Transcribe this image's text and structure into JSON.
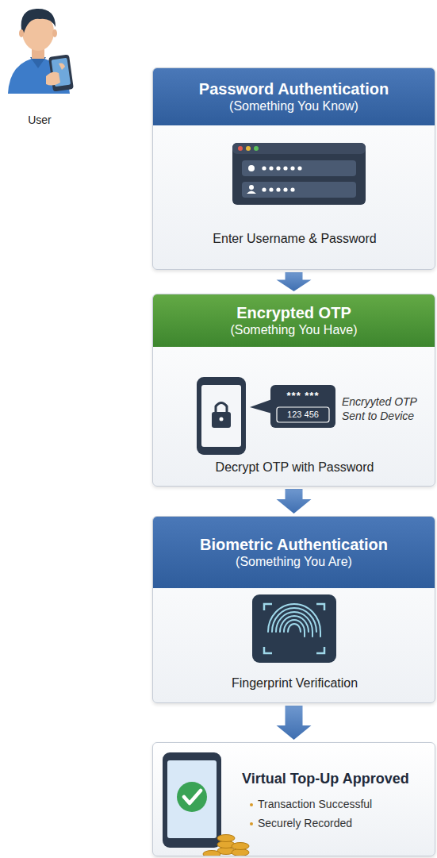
{
  "diagram": {
    "nodes": [
      {
        "text": [
          "Password Authentication",
          "(Something You Know)",
          "Enter Username & Password"
        ]
      },
      {
        "text": [
          "Encrypted OTP",
          "(Something You Have)",
          "Encryyted OTP Sent to Device",
          "Decrypt OTP with Password"
        ]
      },
      {
        "text": [
          "Biometric Authentication",
          "(Something You Are)",
          "Fingerprint Verification"
        ]
      },
      {
        "text": [
          "Virtual Top-Up Approved",
          "Transaction Successful",
          "Securely Recorded"
        ]
      }
    ],
    "edges": [
      {
        "from": 0,
        "to": 1,
        "arrow": "to"
      },
      {
        "from": 1,
        "to": 2,
        "arrow": "to"
      },
      {
        "from": 2,
        "to": 3,
        "arrow": "to"
      }
    ],
    "labels": [
      "User",
      "*** ***",
      "123 456"
    ]
  }
}
